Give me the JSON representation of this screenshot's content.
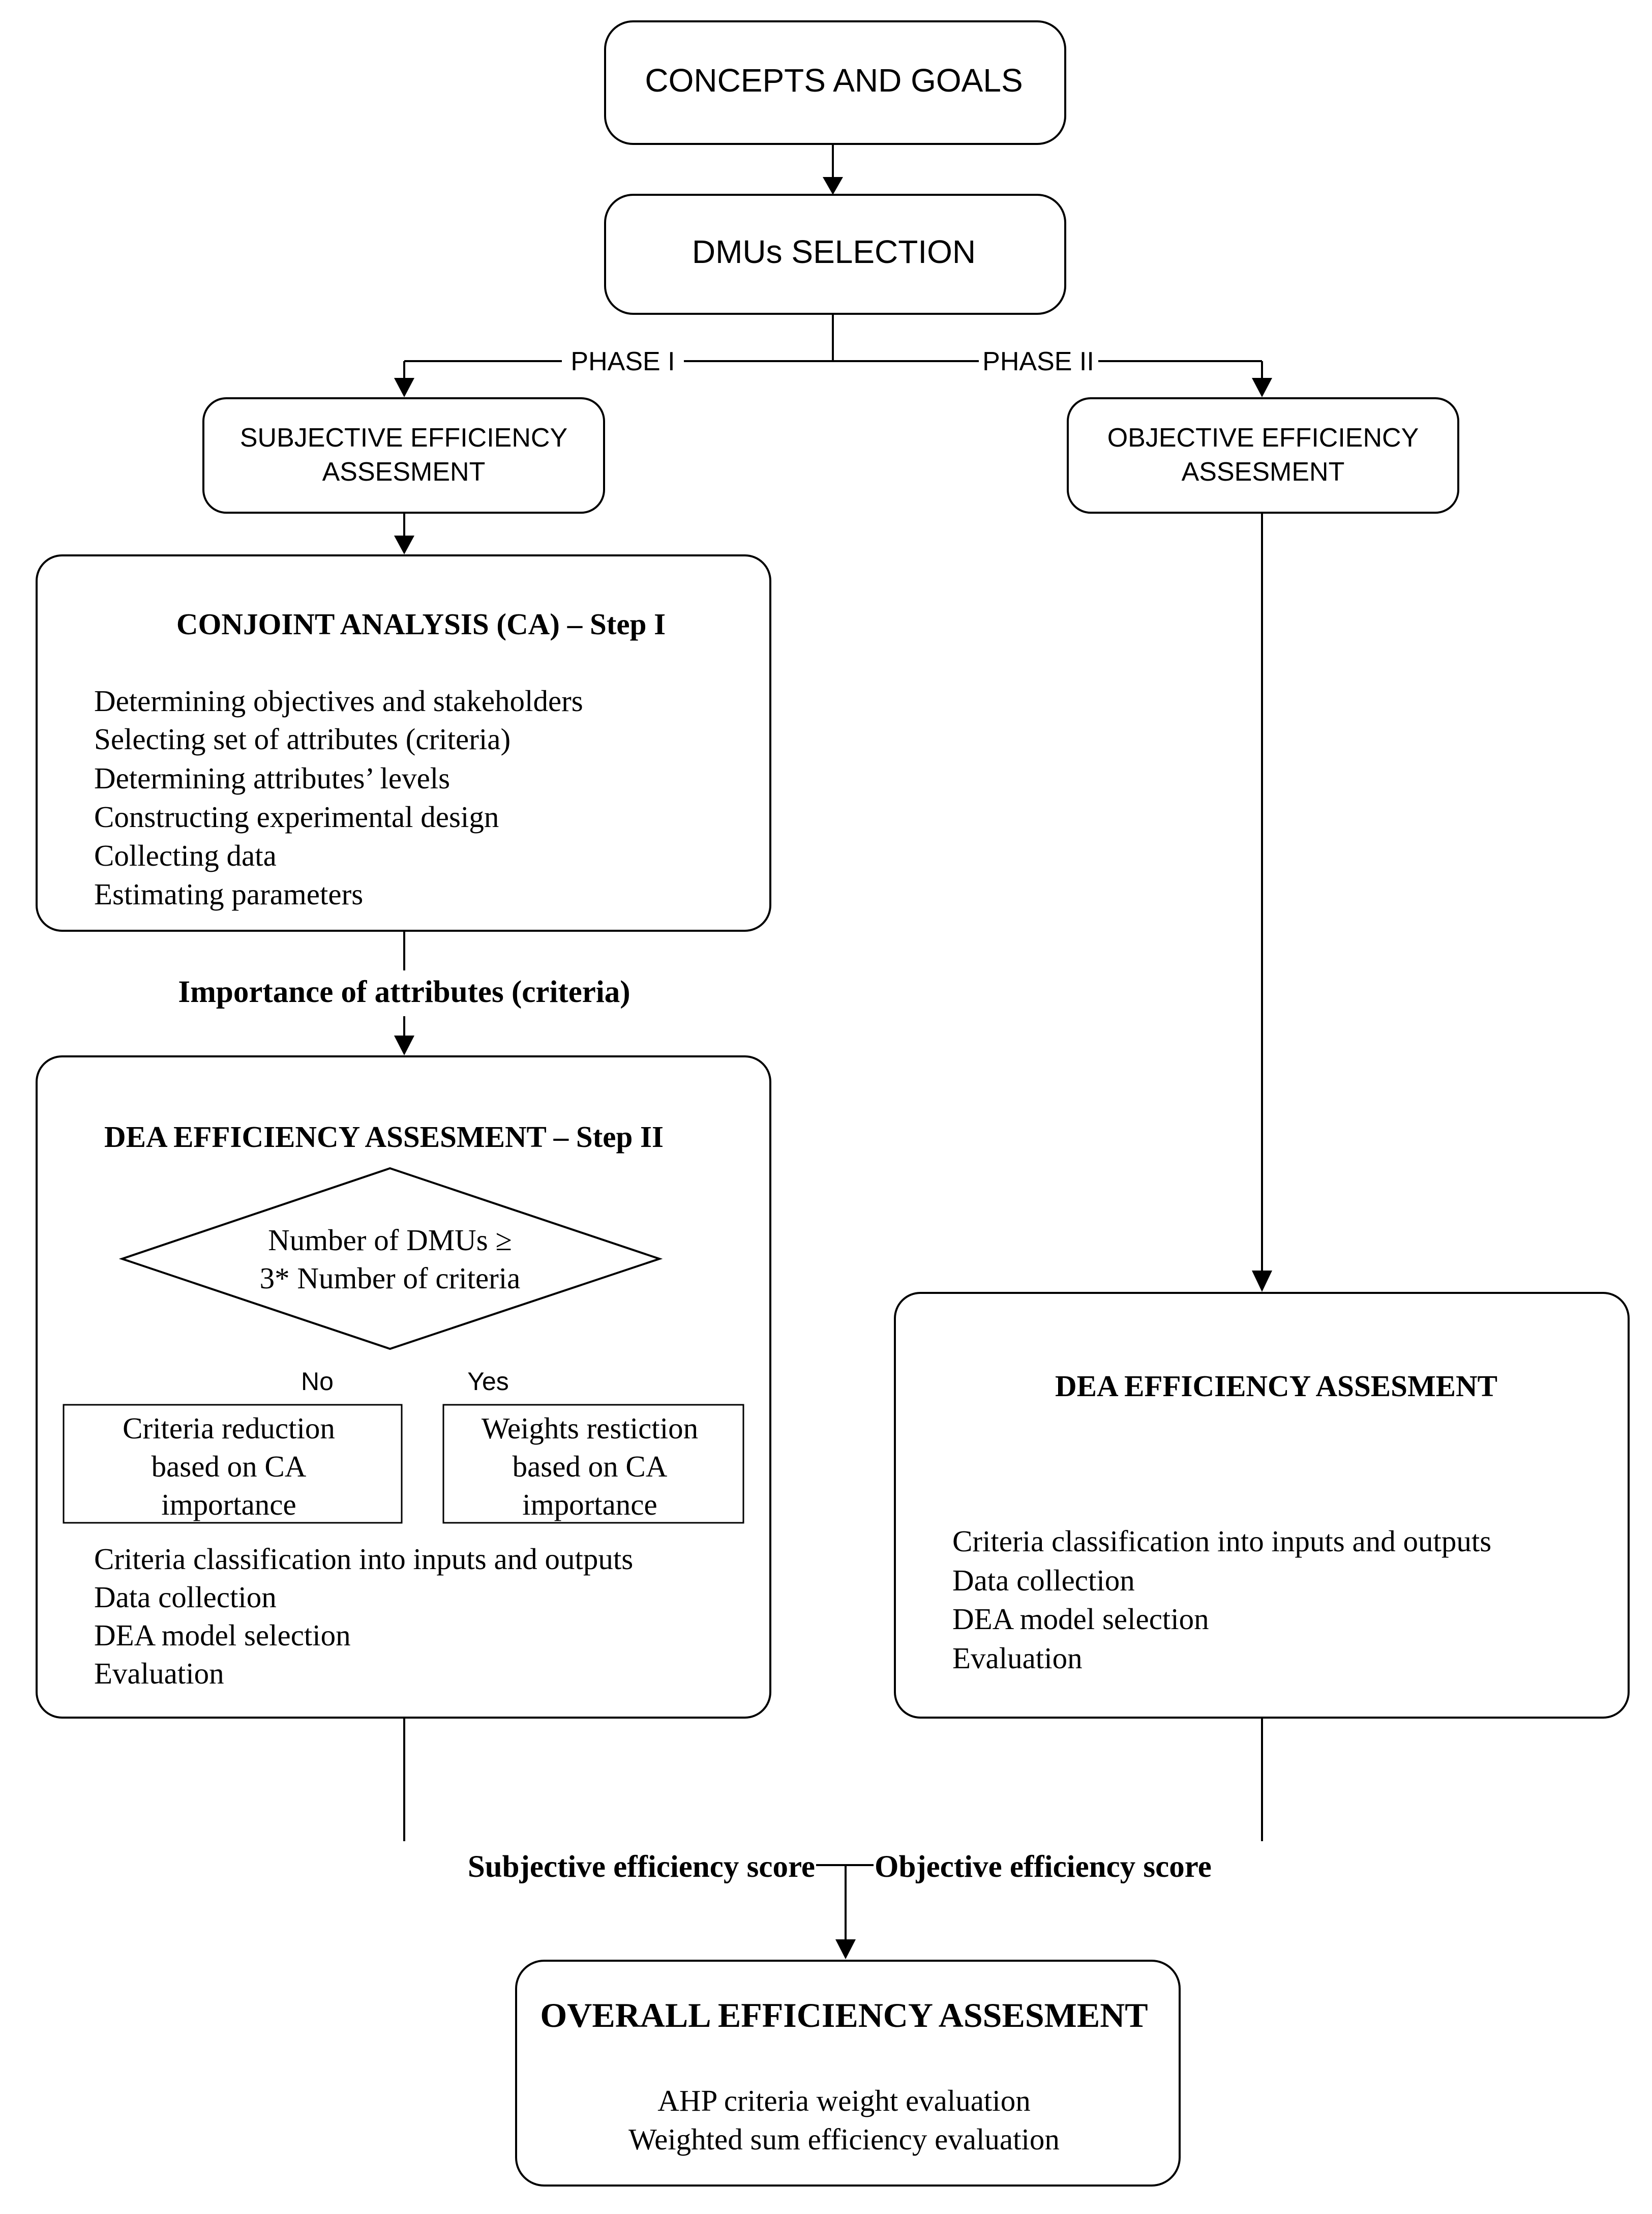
{
  "nodes": {
    "concepts": "CONCEPTS AND GOALS",
    "dmus": "DMUs SELECTION",
    "phase1": "PHASE I",
    "phase2": "PHASE II",
    "subjective": [
      "SUBJECTIVE EFFICIENCY",
      "ASSESMENT"
    ],
    "objective": [
      "OBJECTIVE EFFICIENCY",
      "ASSESMENT"
    ],
    "ca": {
      "title": "CONJOINT ANALYSIS (CA) – Step I",
      "items": [
        "Determining objectives and  stakeholders",
        "Selecting set of attributes (criteria)",
        "Determining attributes’ levels",
        "Constructing experimental design",
        "Collecting data",
        "Estimating parameters"
      ]
    },
    "importance": "Importance of attributes (criteria)",
    "dea_sub": {
      "title": "DEA EFFICIENCY ASSESMENT – Step II",
      "decision": [
        "Number of DMUs ≥",
        "3* Number of criteria"
      ],
      "no": "No",
      "yes": "Yes",
      "no_box": [
        "Criteria reduction",
        "based on CA",
        "importance"
      ],
      "yes_box": [
        "Weights restiction",
        "based on CA",
        "importance"
      ],
      "items": [
        "Criteria classification into inputs  and outputs",
        "Data collection",
        "DEA model selection",
        "Evaluation"
      ]
    },
    "dea_obj": {
      "title": "DEA EFFICIENCY ASSESMENT",
      "items": [
        "Criteria classification into inputs  and outputs",
        "Data collection",
        "DEA model selection",
        "Evaluation"
      ]
    },
    "subjective_score": "Subjective efficiency score",
    "objective_score": "Objective efficiency score",
    "overall": {
      "title": "OVERALL EFFICIENCY ASSESMENT",
      "items": [
        "AHP criteria weight evaluation",
        "Weighted sum efficiency evaluation"
      ]
    }
  }
}
